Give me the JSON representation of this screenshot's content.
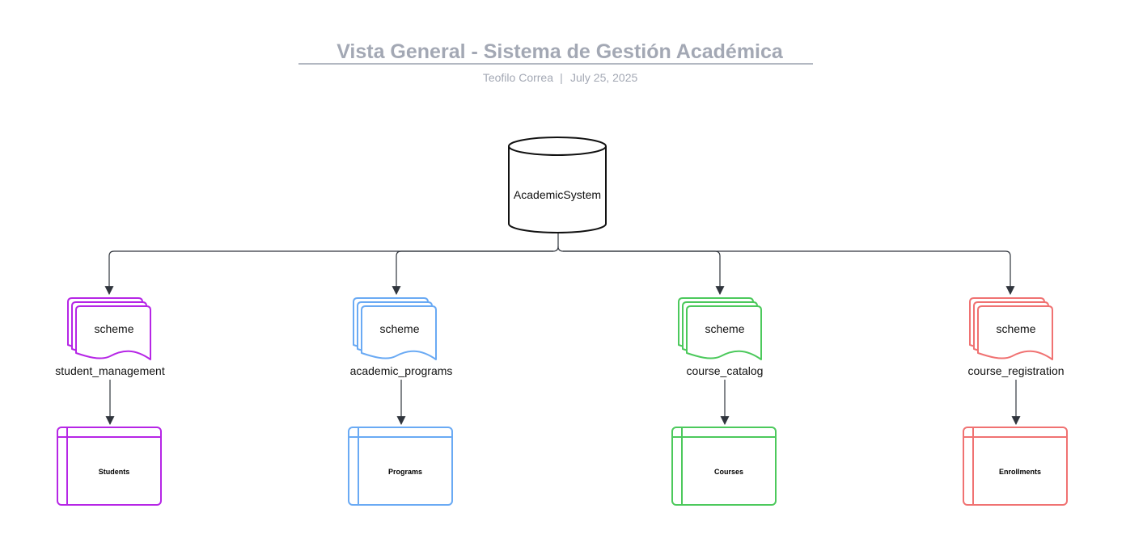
{
  "header": {
    "title": "Vista General - Sistema de Gestión Académica",
    "author": "Teofilo Correa",
    "separator": "|",
    "date": "July 25, 2025"
  },
  "root": {
    "label": "AcademicSystem"
  },
  "schemas": [
    {
      "icon_label": "scheme",
      "name": "student_management",
      "table": "Students",
      "color": "#b626e6"
    },
    {
      "icon_label": "scheme",
      "name": "academic_programs",
      "table": "Programs",
      "color": "#6aaaf4"
    },
    {
      "icon_label": "scheme",
      "name": "course_catalog",
      "table": "Courses",
      "color": "#4cc95c"
    },
    {
      "icon_label": "scheme",
      "name": "course_registration",
      "table": "Enrollments",
      "color": "#f07272"
    }
  ],
  "colors": {
    "title": "#a3a8b4",
    "title_rule": "#9aa0ad",
    "subtitle": "#a3a8b4",
    "connector": "#30353d",
    "root_stroke": "#111111"
  }
}
